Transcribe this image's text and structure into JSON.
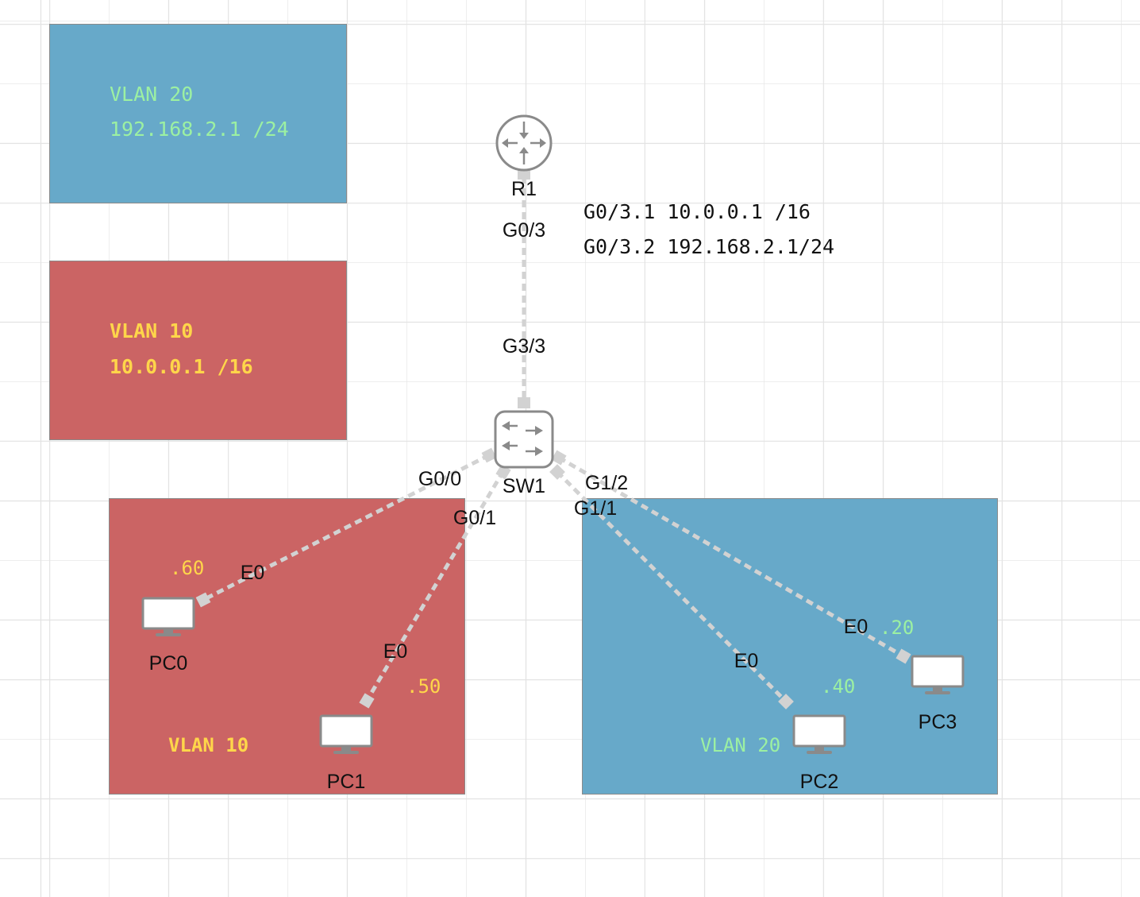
{
  "legend": {
    "vlan20": {
      "title": "VLAN 20",
      "subnet": "192.168.2.1 /24",
      "fill": "#67a9c9",
      "text_color": "#9cf0a2"
    },
    "vlan10": {
      "title": "VLAN 10",
      "subnet": "10.0.0.1 /16",
      "fill": "#cb6464",
      "text_color": "#ffd64a"
    }
  },
  "router": {
    "name": "R1",
    "interface": "G0/3",
    "subinterfaces": [
      "G0/3.1 10.0.0.1 /16",
      "G0/3.2 192.168.2.1/24"
    ]
  },
  "switch": {
    "name": "SW1",
    "uplink": "G3/3",
    "ports": {
      "pc0": "G0/0",
      "pc1": "G0/1",
      "pc2": "G1/1",
      "pc3": "G1/2"
    }
  },
  "zones": {
    "left": {
      "label": "VLAN 10"
    },
    "right": {
      "label": "VLAN 20"
    }
  },
  "pcs": [
    {
      "name": "PC0",
      "port": "E0",
      "host": ".60",
      "vlan": "10"
    },
    {
      "name": "PC1",
      "port": "E0",
      "host": ".50",
      "vlan": "10"
    },
    {
      "name": "PC2",
      "port": "E0",
      "host": ".40",
      "vlan": "20"
    },
    {
      "name": "PC3",
      "port": "E0",
      "host": ".20",
      "vlan": "20"
    }
  ],
  "colors": {
    "link": "#d0d0d0",
    "icon": "#8a8a8a",
    "vlan10_text": "#ffd64a",
    "vlan20_text": "#9cf0a2"
  }
}
